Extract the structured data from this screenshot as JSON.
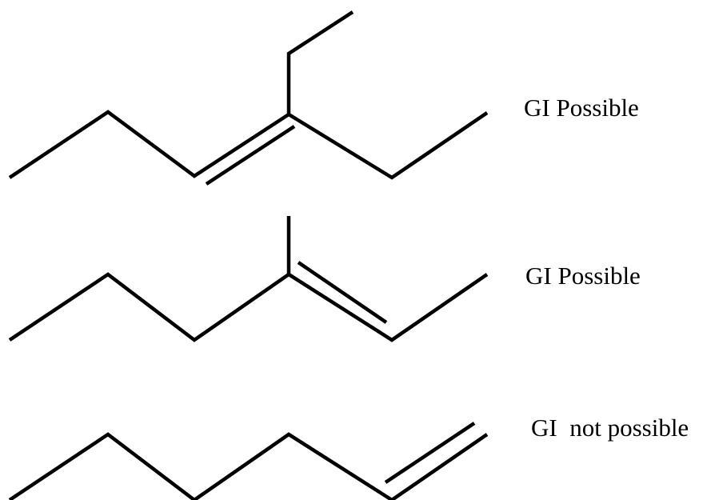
{
  "figure": {
    "molecules": [
      {
        "structure": "3-ethylhex-3-ene skeletal formula",
        "annotation": "GI Possible"
      },
      {
        "structure": "3-methylhex-2-ene skeletal formula",
        "annotation": "GI Possible"
      },
      {
        "structure": "hex-1-ene skeletal formula",
        "annotation": "GI  not possible"
      }
    ],
    "colors": {
      "lines": "#000000",
      "text": "#000000",
      "background": "#ffffff"
    }
  }
}
